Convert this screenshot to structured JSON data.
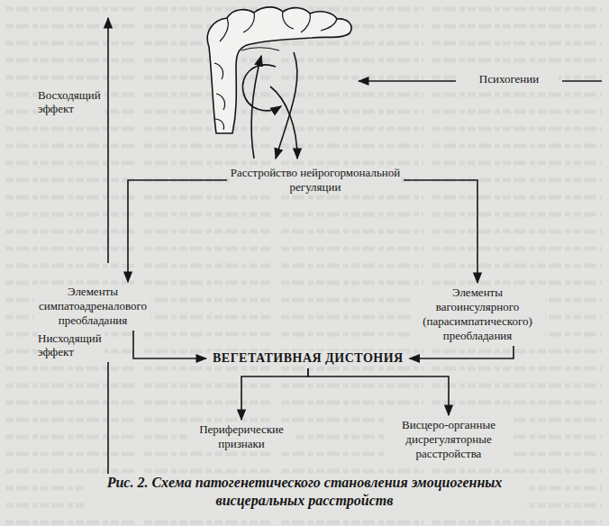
{
  "diagram": {
    "caption": "Рис. 2. Схема патогенетического становления эмоциогенных висцеральных расстройств",
    "nodes": [
      {
        "text": [
          "Психогении"
        ]
      },
      {
        "text": [
          "Расстройство нейрогормональной регуляции"
        ]
      },
      {
        "text": [
          "Элементы симпатоадреналового преобладания"
        ]
      },
      {
        "text": [
          "Элементы вагоинсулярного (парасимпатического) преобладания"
        ]
      },
      {
        "text": [
          "ВЕГЕТАТИВНАЯ ДИСТОНИЯ"
        ]
      },
      {
        "text": [
          "Периферические признаки"
        ]
      },
      {
        "text": [
          "Висцеро-органные дисрегуляторные расстройства"
        ]
      }
    ],
    "edges": [
      {
        "from": 1,
        "to": 2,
        "arrow": "to"
      },
      {
        "from": 1,
        "to": 3,
        "arrow": "to"
      },
      {
        "from": 2,
        "to": 4,
        "arrow": "to"
      },
      {
        "from": 3,
        "to": 4,
        "arrow": "to"
      },
      {
        "from": 4,
        "to": 5,
        "arrow": "to"
      },
      {
        "from": 4,
        "to": 6,
        "arrow": "to"
      }
    ],
    "labels": [
      "Восходящий эффект",
      "Нисходящий эффект"
    ]
  }
}
